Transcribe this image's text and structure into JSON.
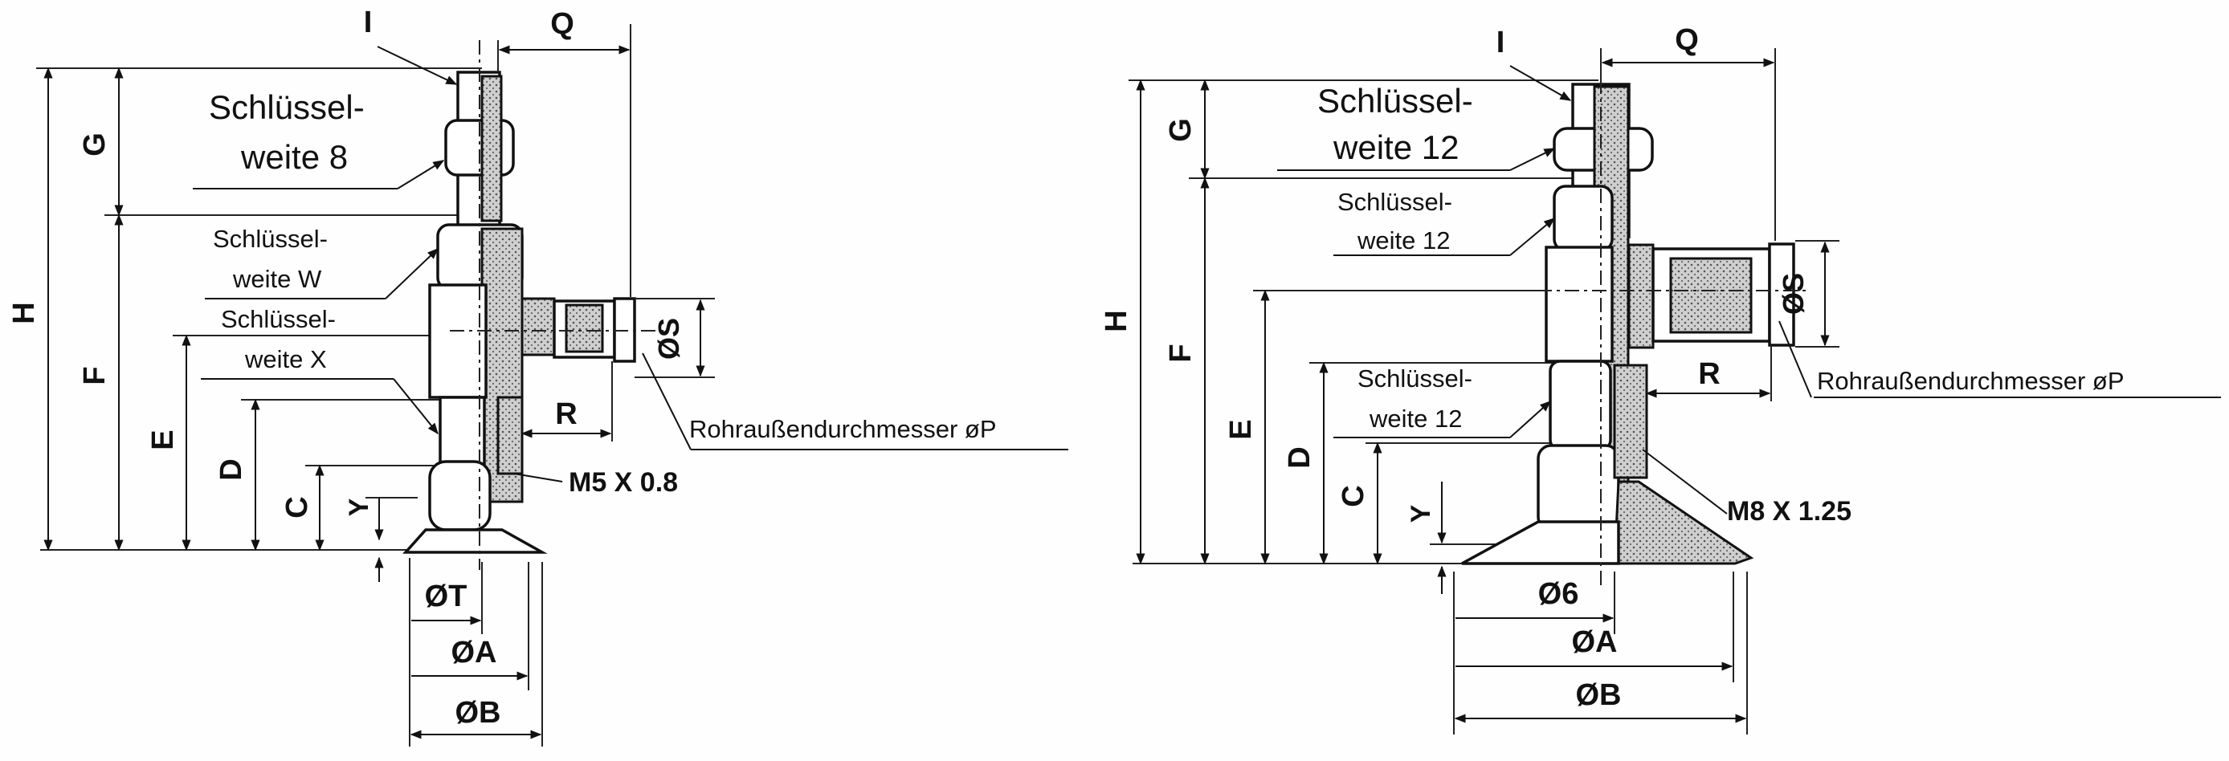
{
  "left_drawing": {
    "dims": {
      "H": "H",
      "G": "G",
      "F": "F",
      "E": "E",
      "D": "D",
      "C": "C",
      "Y": "Y",
      "I": "I",
      "Q": "Q",
      "R": "R",
      "S": "ØS",
      "T": "ØT",
      "A": "ØA",
      "B": "ØB"
    },
    "wrench_top_line1": "Schlüssel-",
    "wrench_top_line2": "weite 8",
    "wrench_w_line1": "Schlüssel-",
    "wrench_w_line2": "weite W",
    "wrench_x_line1": "Schlüssel-",
    "wrench_x_line2": "weite X",
    "tube_label": "Rohraußendurchmesser øP",
    "thread": "M5 X 0.8"
  },
  "right_drawing": {
    "dims": {
      "H": "H",
      "G": "G",
      "F": "F",
      "E": "E",
      "D": "D",
      "C": "C",
      "Y": "Y",
      "I": "I",
      "Q": "Q",
      "R": "R",
      "S": "ØS",
      "six": "Ø6",
      "A": "ØA",
      "B": "ØB"
    },
    "wrench_top_line1": "Schlüssel-",
    "wrench_top_line2": "weite 12",
    "wrench_mid_line1": "Schlüssel-",
    "wrench_mid_line2": "weite 12",
    "wrench_low_line1": "Schlüssel-",
    "wrench_low_line2": "weite 12",
    "tube_label": "Rohraußendurchmesser øP",
    "thread": "M8 X 1.25"
  }
}
